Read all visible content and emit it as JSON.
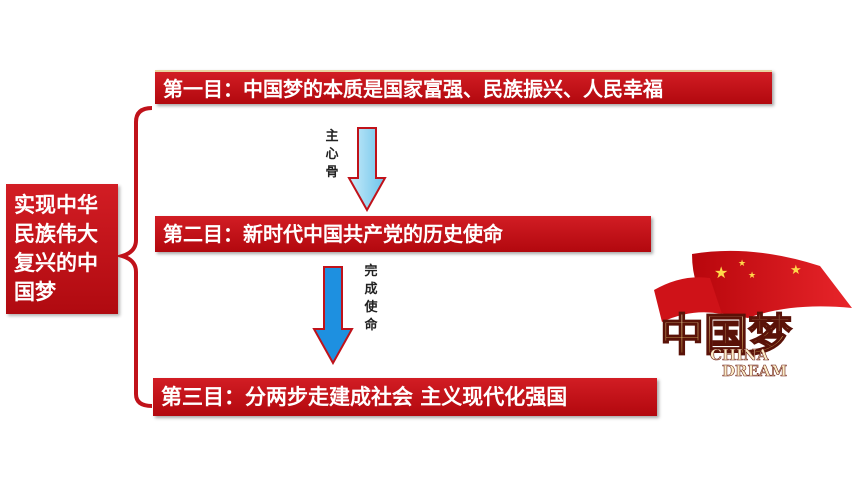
{
  "main_topic": {
    "lines": [
      "实现中华",
      "民族伟大",
      "复兴的中",
      "国梦"
    ]
  },
  "sections": [
    {
      "label": "第一目：中国梦的本质是国家富强、民族振兴、人民幸福"
    },
    {
      "label": "第二目：新时代中国共产党的历史使命"
    },
    {
      "label": "第三目：分两步走建成社会 主义现代化强国"
    }
  ],
  "arrows": [
    {
      "label_chars": [
        "主",
        "心",
        "骨"
      ],
      "color": "#8fd3ef"
    },
    {
      "label_chars": [
        "完",
        "成",
        "使",
        "命"
      ],
      "color": "#1e90e0"
    }
  ],
  "logo": {
    "name": "china-dream-logo",
    "chars": "中国梦",
    "sub": [
      "CHINA",
      "DREAM"
    ]
  },
  "colors": {
    "accent_red": "#c8141b",
    "bar_border": "#e9d5a0",
    "brace": "#c0121a"
  }
}
